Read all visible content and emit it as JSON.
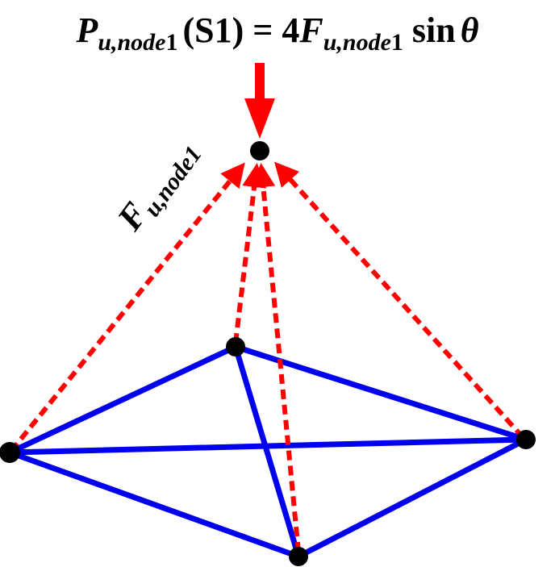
{
  "formula": {
    "P": "P",
    "P_sub": "u,node",
    "P_sub_idx": "1",
    "args": "(S1)",
    "equals": "=",
    "coef": "4",
    "F": "F",
    "F_sub": "u,node",
    "F_sub_idx": "1",
    "func": "sin",
    "theta": "θ"
  },
  "force_label": {
    "main": "F",
    "sub": "u,node1"
  },
  "colors": {
    "load": "#ff0000",
    "member_force": "#ff0000",
    "base_edges": "#0000ee",
    "node": "#000000",
    "text": "#000000"
  }
}
